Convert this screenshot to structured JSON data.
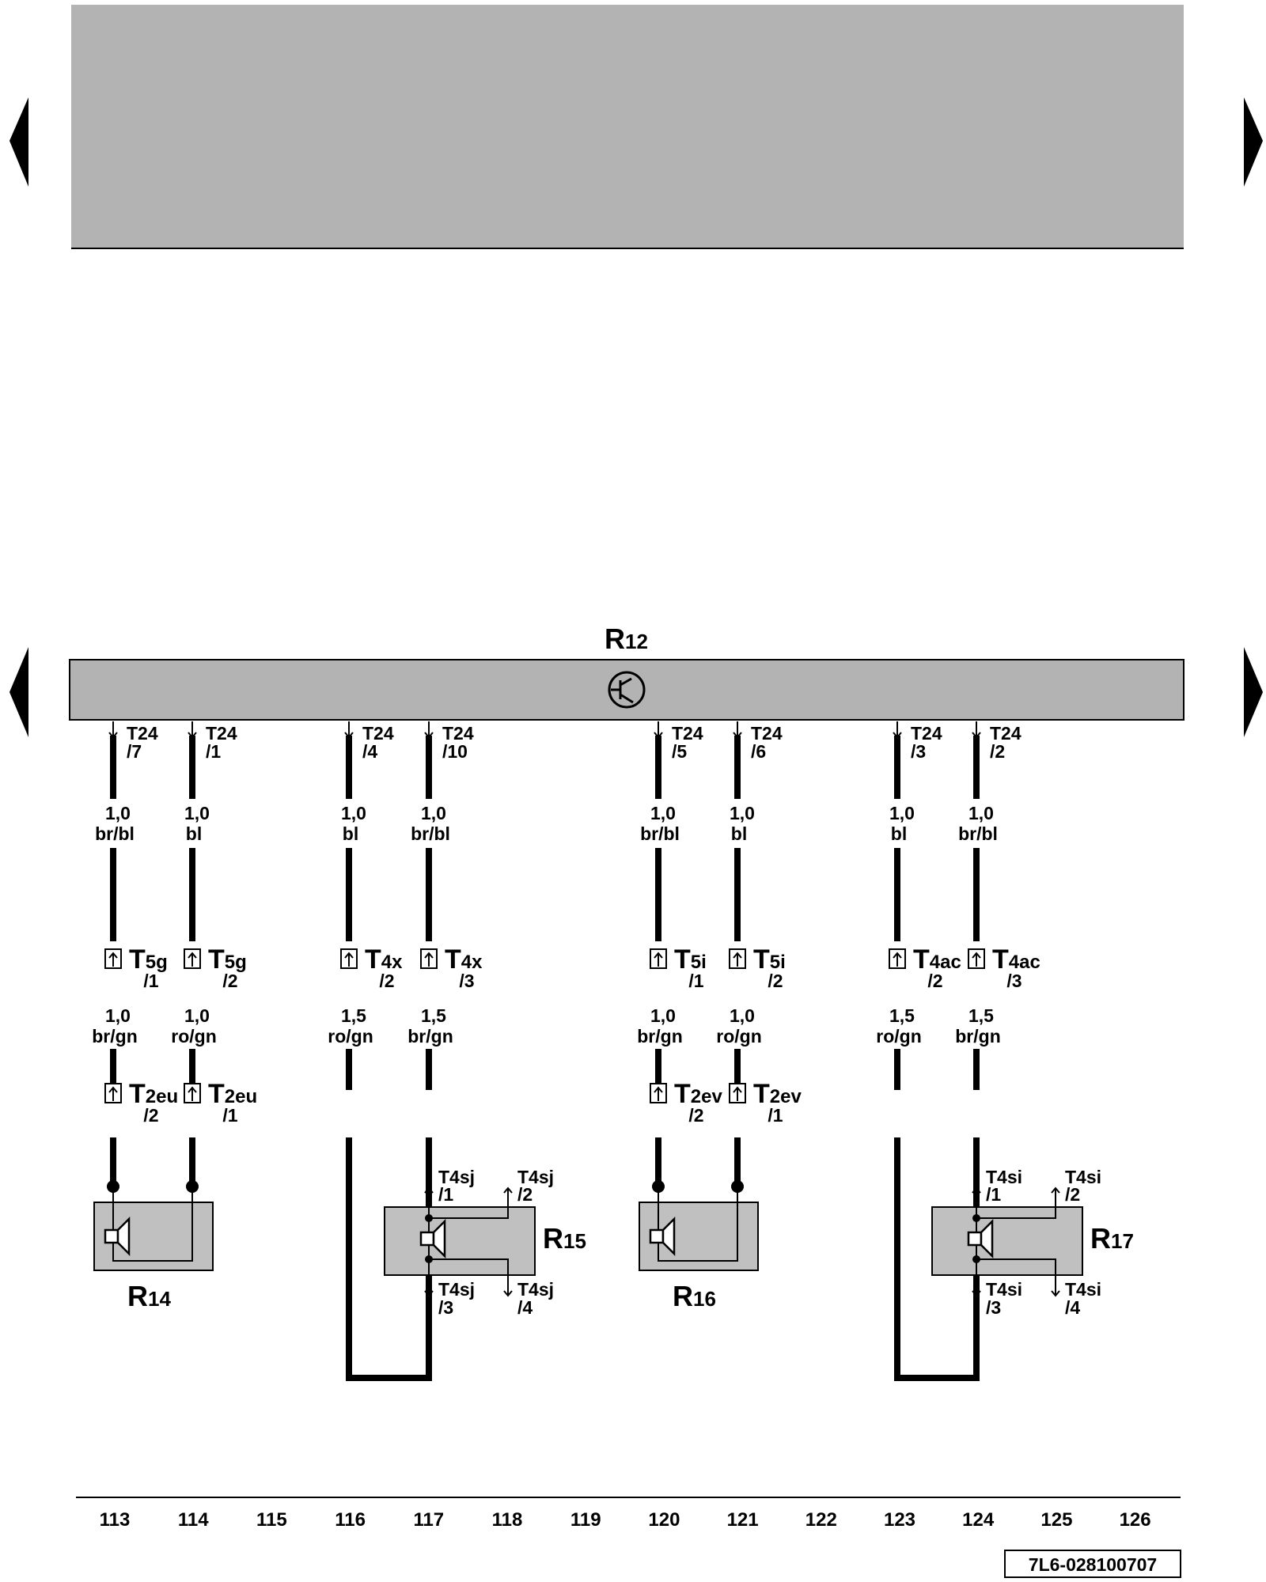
{
  "navigation": {
    "prev_top_icon": "triangle-left-icon",
    "next_top_icon": "triangle-right-icon",
    "prev_bottom_icon": "triangle-left-icon",
    "next_bottom_icon": "triangle-right-icon"
  },
  "control_unit": {
    "label": "R",
    "sub": "12",
    "icon": "amplifier-symbol-icon"
  },
  "wires": [
    {
      "id": "w113",
      "pin": "T24",
      "pinsub": "/7",
      "g1": "1,0",
      "c1": "br/bl",
      "conn": "T",
      "connsub": "5g",
      "connpin": "/1",
      "g2": "1,0",
      "c2": "br/gn",
      "conn2": "T",
      "conn2sub": "2eu",
      "conn2pin": "/2"
    },
    {
      "id": "w114",
      "pin": "T24",
      "pinsub": "/1",
      "g1": "1,0",
      "c1": "bl",
      "conn": "T",
      "connsub": "5g",
      "connpin": "/2",
      "g2": "1,0",
      "c2": "ro/gn",
      "conn2": "T",
      "conn2sub": "2eu",
      "conn2pin": "/1"
    },
    {
      "id": "w116",
      "pin": "T24",
      "pinsub": "/4",
      "g1": "1,0",
      "c1": "bl",
      "conn": "T",
      "connsub": "4x",
      "connpin": "/2",
      "g2": "1,5",
      "c2": "ro/gn"
    },
    {
      "id": "w117",
      "pin": "T24",
      "pinsub": "/10",
      "g1": "1,0",
      "c1": "br/bl",
      "conn": "T",
      "connsub": "4x",
      "connpin": "/3",
      "g2": "1,5",
      "c2": "br/gn"
    },
    {
      "id": "w120",
      "pin": "T24",
      "pinsub": "/5",
      "g1": "1,0",
      "c1": "br/bl",
      "conn": "T",
      "connsub": "5i",
      "connpin": "/1",
      "g2": "1,0",
      "c2": "br/gn",
      "conn2": "T",
      "conn2sub": "2ev",
      "conn2pin": "/2"
    },
    {
      "id": "w121",
      "pin": "T24",
      "pinsub": "/6",
      "g1": "1,0",
      "c1": "bl",
      "conn": "T",
      "connsub": "5i",
      "connpin": "/2",
      "g2": "1,0",
      "c2": "ro/gn",
      "conn2": "T",
      "conn2sub": "2ev",
      "conn2pin": "/1"
    },
    {
      "id": "w123",
      "pin": "T24",
      "pinsub": "/3",
      "g1": "1,0",
      "c1": "bl",
      "conn": "T",
      "connsub": "4ac",
      "connpin": "/2",
      "g2": "1,5",
      "c2": "ro/gn"
    },
    {
      "id": "w124",
      "pin": "T24",
      "pinsub": "/2",
      "g1": "1,0",
      "c1": "br/bl",
      "conn": "T",
      "connsub": "4ac",
      "connpin": "/3",
      "g2": "1,5",
      "c2": "br/gn"
    }
  ],
  "speakers": [
    {
      "id": "R14",
      "label": "R",
      "sub": "14",
      "icon": "speaker-icon"
    },
    {
      "id": "R15",
      "label": "R",
      "sub": "15",
      "icon": "speaker-icon",
      "pins": [
        {
          "name": "T4sj",
          "pin": "/1"
        },
        {
          "name": "T4sj",
          "pin": "/2"
        },
        {
          "name": "T4sj",
          "pin": "/3"
        },
        {
          "name": "T4sj",
          "pin": "/4"
        }
      ]
    },
    {
      "id": "R16",
      "label": "R",
      "sub": "16",
      "icon": "speaker-icon"
    },
    {
      "id": "R17",
      "label": "R",
      "sub": "17",
      "icon": "speaker-icon",
      "pins": [
        {
          "name": "T4si",
          "pin": "/1"
        },
        {
          "name": "T4si",
          "pin": "/2"
        },
        {
          "name": "T4si",
          "pin": "/3"
        },
        {
          "name": "T4si",
          "pin": "/4"
        }
      ]
    }
  ],
  "columns": [
    "113",
    "114",
    "115",
    "116",
    "117",
    "118",
    "119",
    "120",
    "121",
    "122",
    "123",
    "124",
    "125",
    "126"
  ],
  "doc_id": "7L6-028100707",
  "colors": {
    "panel": "#b3b3b3",
    "box": "#c0c0c0",
    "line": "#000000"
  }
}
